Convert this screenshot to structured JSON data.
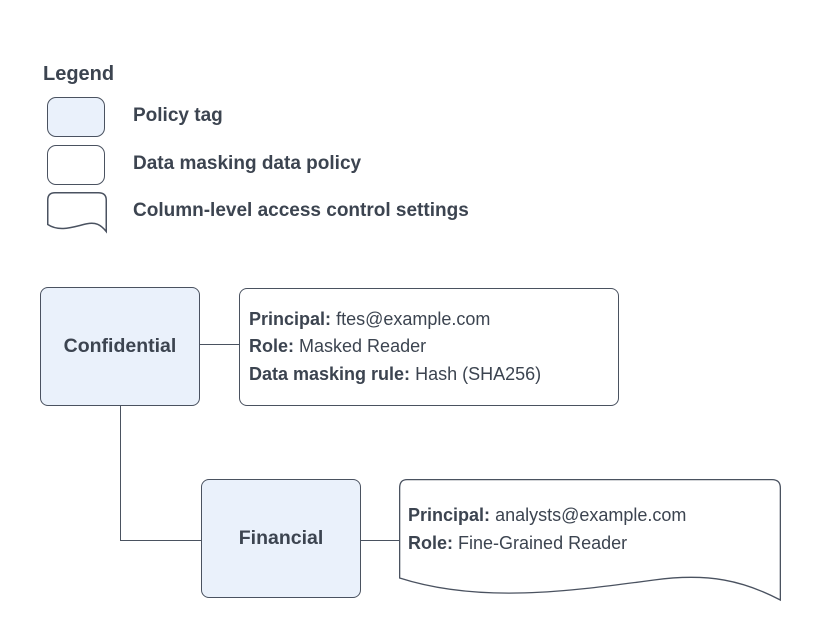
{
  "colors": {
    "canvas_bg": "#ffffff",
    "policy_tag_fill": "#eaf1fb",
    "shape_stroke": "#4a5260",
    "text": "#3c4450"
  },
  "legend": {
    "title": "Legend",
    "items": [
      {
        "id": "policy-tag",
        "label": "Policy tag"
      },
      {
        "id": "data-masking-data-policy",
        "label": "Data masking data policy"
      },
      {
        "id": "column-level-access-control-settings",
        "label": "Column-level access control settings"
      }
    ]
  },
  "diagram": {
    "nodes": {
      "confidential": {
        "type": "policy-tag",
        "label": "Confidential"
      },
      "financial": {
        "type": "policy-tag",
        "label": "Financial"
      },
      "masking_policy": {
        "type": "data-masking-data-policy",
        "fields": [
          {
            "label": "Principal:",
            "value": "ftes@example.com"
          },
          {
            "label": "Role:",
            "value": "Masked Reader"
          },
          {
            "label": "Data masking rule:",
            "value": "Hash (SHA256)"
          }
        ]
      },
      "column_access": {
        "type": "column-level-access-control-settings",
        "fields": [
          {
            "label": "Principal:",
            "value": "analysts@example.com"
          },
          {
            "label": "Role:",
            "value": "Fine-Grained Reader"
          }
        ]
      }
    },
    "edges": [
      {
        "from": "confidential",
        "to": "masking_policy"
      },
      {
        "from": "confidential",
        "to": "financial"
      },
      {
        "from": "financial",
        "to": "column_access"
      }
    ]
  }
}
